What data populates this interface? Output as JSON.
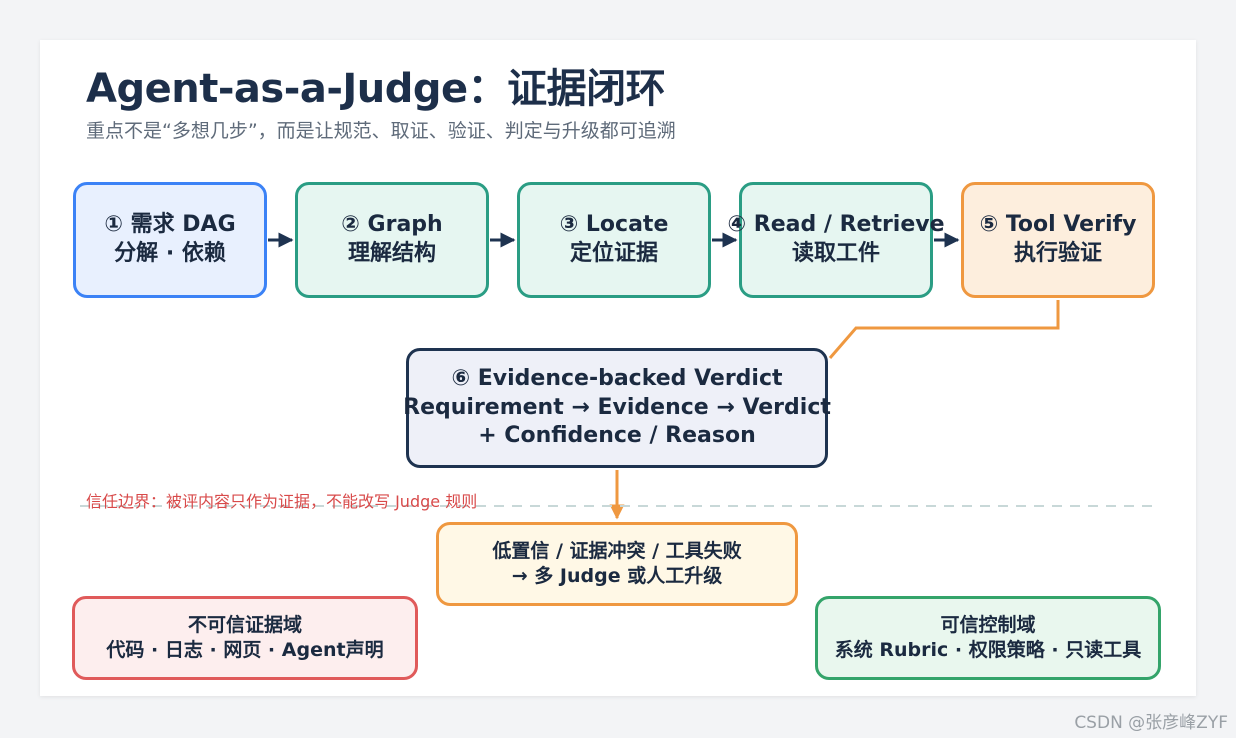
{
  "title": "Agent-as-a-Judge：证据闭环",
  "subtitle": "重点不是“多想几步”，而是让规范、取证、验证、判定与升级都可追溯",
  "steps": [
    {
      "line1": "① 需求 DAG",
      "line2": "分解 · 依赖"
    },
    {
      "line1": "② Graph",
      "line2": "理解结构"
    },
    {
      "line1": "③ Locate",
      "line2": "定位证据"
    },
    {
      "line1": "④ Read / Retrieve",
      "line2": "读取工件"
    },
    {
      "line1": "⑤ Tool Verify",
      "line2": "执行验证"
    }
  ],
  "verdict": {
    "line1": "⑥ Evidence-backed Verdict",
    "line2": "Requirement → Evidence → Verdict",
    "line3": "+ Confidence / Reason"
  },
  "boundary_text": "信任边界：被评内容只作为证据，不能改写 Judge 规则",
  "escalation": {
    "line1": "低置信 / 证据冲突 / 工具失败",
    "line2": "→ 多 Judge 或人工升级"
  },
  "untrusted_domain": {
    "title": "不可信证据域",
    "items": "代码 · 日志 · 网页 · Agent声明"
  },
  "trusted_domain": {
    "title": "可信控制域",
    "items": "系统 Rubric · 权限策略 · 只读工具"
  },
  "watermark": "CSDN @张彦峰ZYF",
  "colors": {
    "navy": "#1e3350",
    "blue": "#3b82f6",
    "teal": "#2a9d84",
    "orange": "#ef9840",
    "red": "#e05a5a",
    "green": "#34a46a"
  }
}
